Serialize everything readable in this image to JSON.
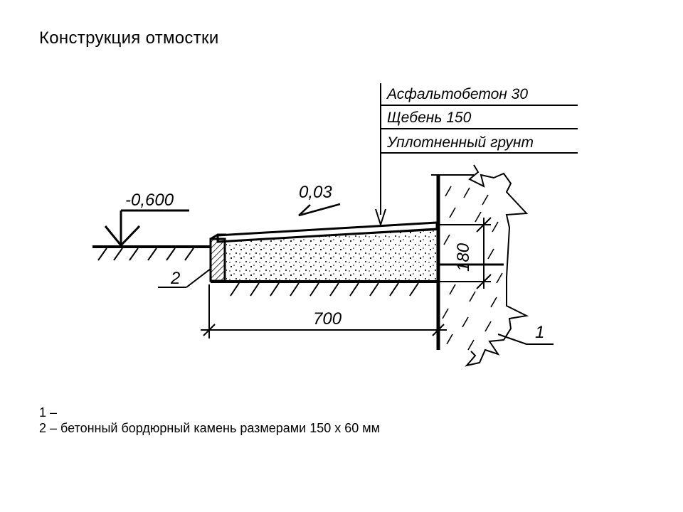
{
  "title": "Конструкция отмостки",
  "layers": [
    {
      "label": "Асфальтобетон 30"
    },
    {
      "label": "Щебень 150"
    },
    {
      "label": "Уплотненный грунт"
    }
  ],
  "labels": {
    "elevation": "-0,600",
    "slope": "0,03",
    "width_dim": "700",
    "thickness_dim": "180",
    "item_1": "1",
    "item_2": "2"
  },
  "legend": [
    {
      "text": "1 – "
    },
    {
      "text": "2 – бетонный бордюрный камень размерами 150 х 60 мм"
    }
  ],
  "colors": {
    "ink": "#000000",
    "paper": "#ffffff"
  }
}
